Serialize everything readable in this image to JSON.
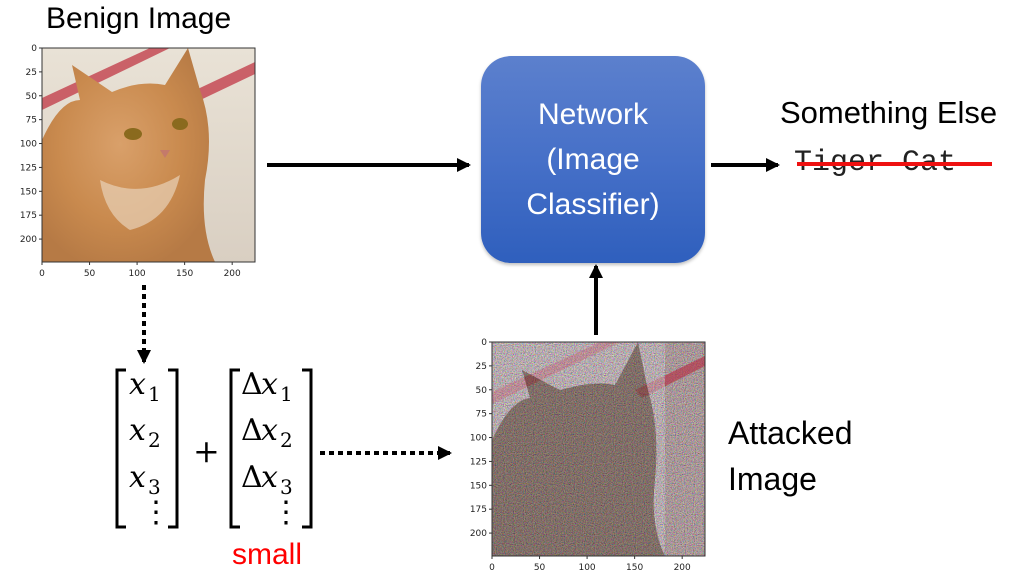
{
  "labels": {
    "benign_title": "Benign Image",
    "network_lines": [
      "Network",
      "(Image",
      "Classifier)"
    ],
    "output_new": "Something Else",
    "output_original": "Tiger Cat",
    "attacked_title_lines": [
      "Attacked",
      "Image"
    ],
    "perturbation_note": "small",
    "plus": "+"
  },
  "plots": {
    "benign": {
      "y_ticks": [
        "0",
        "25",
        "50",
        "75",
        "100",
        "125",
        "150",
        "175",
        "200"
      ],
      "x_ticks": [
        "0",
        "50",
        "100",
        "150",
        "200"
      ],
      "range": [
        0,
        224
      ]
    },
    "attacked": {
      "y_ticks": [
        "0",
        "25",
        "50",
        "75",
        "100",
        "125",
        "150",
        "175",
        "200"
      ],
      "x_ticks": [
        "0",
        "50",
        "100",
        "150",
        "200"
      ],
      "range": [
        0,
        224
      ]
    }
  },
  "vector_x": {
    "entries": [
      {
        "sym": "x",
        "sub": "1"
      },
      {
        "sym": "x",
        "sub": "2"
      },
      {
        "sym": "x",
        "sub": "3"
      }
    ],
    "ellipsis": "⋮"
  },
  "vector_dx": {
    "prefix": "Δ",
    "entries": [
      {
        "sym": "x",
        "sub": "1"
      },
      {
        "sym": "x",
        "sub": "2"
      },
      {
        "sym": "x",
        "sub": "3"
      }
    ],
    "ellipsis": "⋮"
  },
  "colors": {
    "network_top": "#5c80cd",
    "network_bottom": "#2f5fbd",
    "strike": "#ee1111",
    "small": "#ff0000",
    "arrow": "#000000"
  }
}
